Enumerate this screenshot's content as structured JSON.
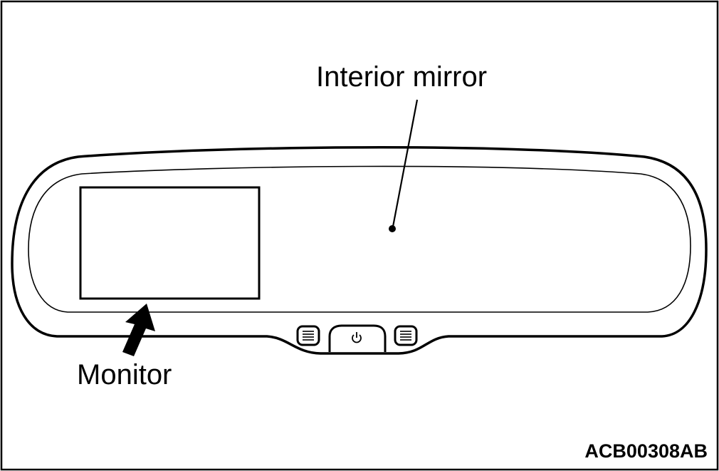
{
  "labels": {
    "interior_mirror": "Interior mirror",
    "monitor": "Monitor",
    "figure_code": "ACB00308AB"
  },
  "icons": {
    "power_button": "power-icon",
    "left_button": "grille-button-icon",
    "right_button": "grille-button-icon"
  },
  "colors": {
    "line": "#000000",
    "background": "#ffffff"
  }
}
